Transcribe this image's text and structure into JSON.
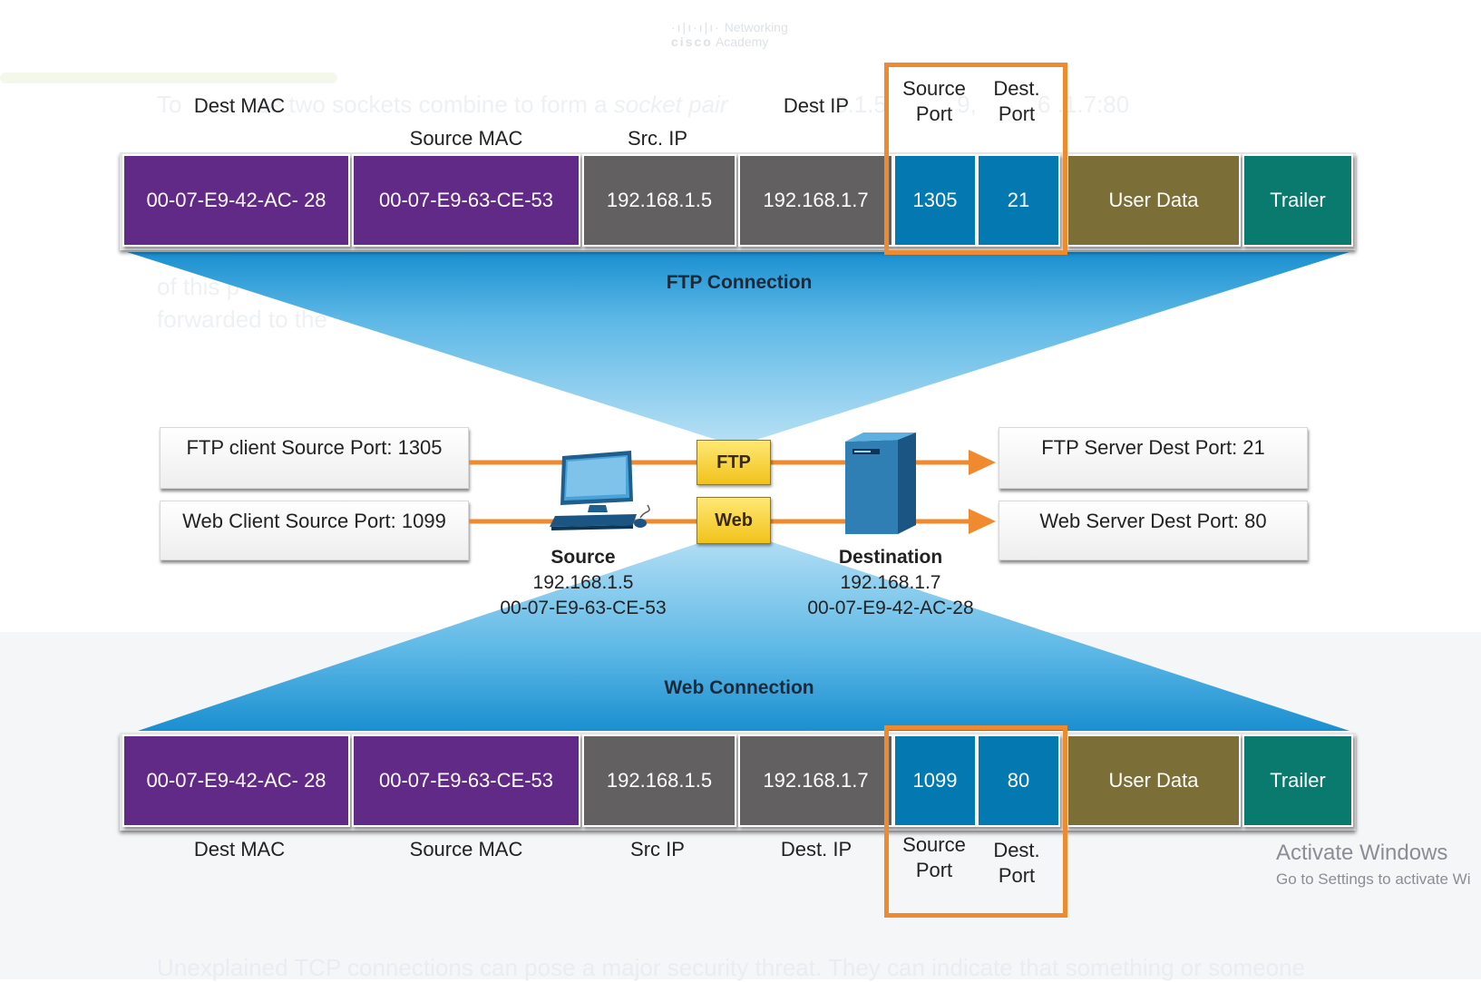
{
  "background_text": {
    "line1_a": "To",
    "line1_b": "se two sockets combine to form a",
    "line1_c": "socket pair",
    "line1_d": "8.1.5",
    "line1_e": "9,",
    "line1_f": "6 .1.7:80",
    "line2": "of this p",
    "line3": "forwarded to the",
    "line4": "Unexplained TCP connections can pose a major security threat. They can indicate that something or someone"
  },
  "logo": {
    "line1": "Networking",
    "line2": "Academy",
    "brand": "cisco"
  },
  "top_frame": {
    "labels": {
      "dest_mac": "Dest MAC",
      "source_mac": "Source MAC",
      "src_ip": "Src. IP",
      "dest_ip": "Dest IP",
      "source_port": "Source\nPort",
      "dest_port": "Dest.\nPort"
    },
    "cells": {
      "dest_mac": "00-07-E9-42-AC- 28",
      "source_mac": "00-07-E9-63-CE-53",
      "src_ip": "192.168.1.5",
      "dest_ip": "192.168.1.7",
      "source_port": "1305",
      "dest_port": "21",
      "user_data": "User Data",
      "trailer": "Trailer"
    },
    "connection": "FTP Connection"
  },
  "middle": {
    "ftp_client": "FTP client Source Port: 1305",
    "web_client": "Web Client Source Port: 1099",
    "ftp_server": "FTP Server Dest Port: 21",
    "web_server": "Web Server Dest Port: 80",
    "ftp_env": "FTP",
    "web_env": "Web",
    "source": {
      "title": "Source",
      "ip": "192.168.1.5",
      "mac": "00-07-E9-63-CE-53"
    },
    "destination": {
      "title": "Destination",
      "ip": "192.168.1.7",
      "mac": "00-07-E9-42-AC-28"
    }
  },
  "bottom_frame": {
    "connection": "Web Connection",
    "cells": {
      "dest_mac": "00-07-E9-42-AC- 28",
      "source_mac": "00-07-E9-63-CE-53",
      "src_ip": "192.168.1.5",
      "dest_ip": "192.168.1.7",
      "source_port": "1099",
      "dest_port": "80",
      "user_data": "User Data",
      "trailer": "Trailer"
    },
    "labels": {
      "dest_mac": "Dest MAC",
      "source_mac": "Source MAC",
      "src_ip": "Src IP",
      "dest_ip": "Dest. IP",
      "source_port": "Source\nPort",
      "dest_port": "Dest.\nPort"
    }
  },
  "watermark": {
    "title": "Activate Windows",
    "subtitle": "Go to Settings to activate Wi"
  },
  "colors": {
    "mac": "#622a87",
    "ip": "#636062",
    "port": "#0478b0",
    "user_data": "#7b6e37",
    "trailer": "#0b7a6e",
    "highlight": "#f08a2e",
    "arrow": "#f08a2e"
  }
}
